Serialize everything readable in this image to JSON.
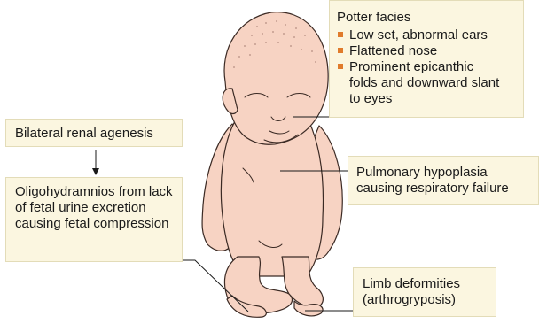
{
  "labels": {
    "potter_facies": {
      "title": "Potter facies",
      "items": [
        "Low set, abnormal ears",
        "Flattened nose",
        "Prominent epicanthic folds and downward slant to eyes"
      ]
    },
    "renal_agenesis": "Bilateral renal agenesis",
    "oligohydramnios": "Oligohydramnios from lack of fetal urine excretion causing fetal compression",
    "pulmonary": "Pulmonary hypoplasia causing respiratory failure",
    "limb": "Limb deformities (arthrogryposis)"
  },
  "colors": {
    "box_fill": "#fbf6e0",
    "bullet": "#e07b2c",
    "skin": "#f7d3c3"
  }
}
